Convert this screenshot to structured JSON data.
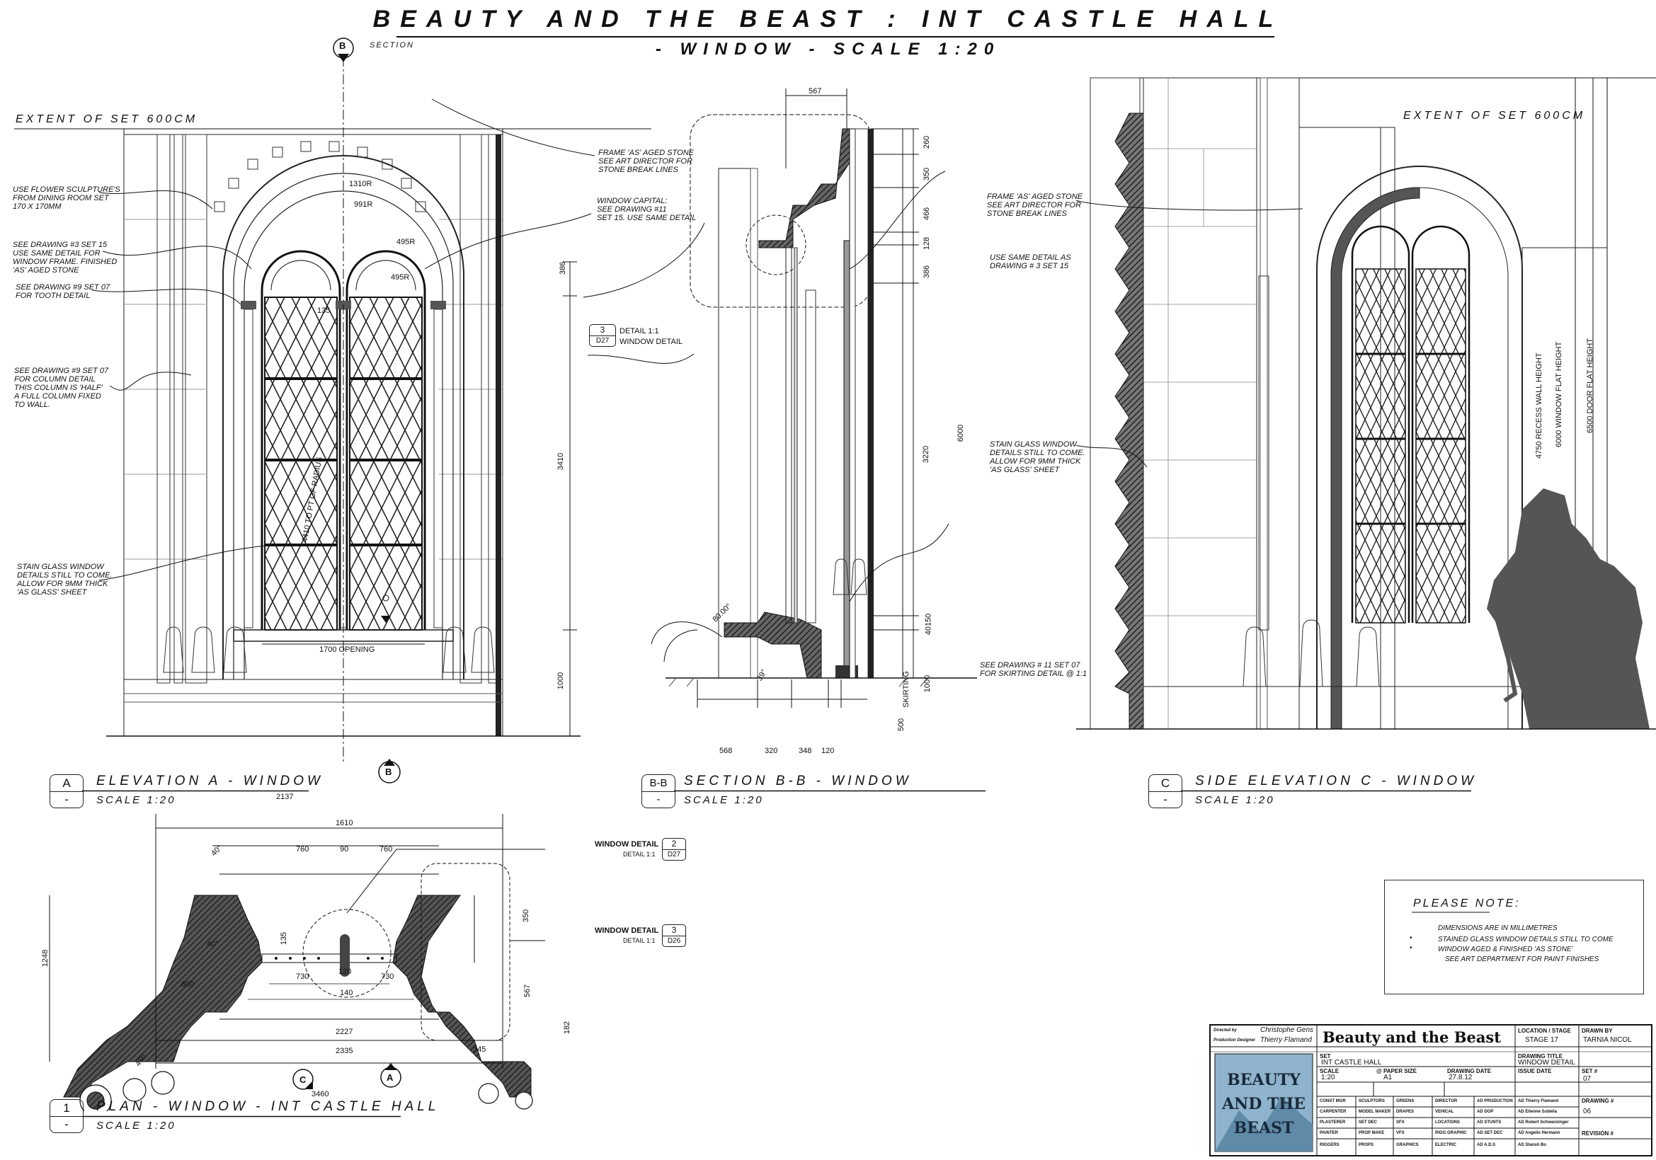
{
  "title": "BEAUTY AND THE BEAST : INT CASTLE HALL",
  "subtitle": "- WINDOW - SCALE 1:20",
  "section_marker": {
    "letter": "B",
    "label": "SECTION"
  },
  "extent_left": "EXTENT OF SET 600CM",
  "extent_right": "EXTENT OF SET 600CM",
  "elevation_a": {
    "id": "A",
    "sub": "-",
    "heading": "ELEVATION A - WINDOW",
    "scale": "SCALE 1:20",
    "notes": [
      "USE FLOWER SCULPTURE'S\nFROM DINING ROOM SET\n170 X 170MM",
      "SEE DRAWING #3 SET 15\nUSE SAME DETAIL FOR\nWINDOW FRAME. FINISHED\n'AS' AGED STONE",
      "SEE DRAWING #9 SET 07\nFOR TOOTH DETAIL",
      "SEE DRAWING #9 SET 07\nFOR COLUMN DETAIL\nTHIS COLUMN IS 'HALF'\nA FULL COLUMN FIXED\nTO WALL.",
      "STAIN GLASS WINDOW\nDETAILS STILL TO COME.\nALLOW FOR 9MM THICK\n'AS GLASS' SHEET",
      "FRAME 'AS' AGED STONE\nSEE ART DIRECTOR FOR\nSTONE BREAK LINES",
      "WINDOW CAPITAL:\nSEE DRAWING #11\nSET 15. USE SAME DETAIL"
    ],
    "dims": {
      "r1": "1310R",
      "r2": "991R",
      "r3": "495R",
      "r4": "495R",
      "d135": "135",
      "h386": "386",
      "h3410": "3410",
      "h1000": "1000",
      "opening": "1700 OPENING",
      "radius": "4410 TO PT OF RADIUS"
    }
  },
  "section_bb": {
    "id": "B-B",
    "sub": "-",
    "heading": "SECTION B-B - WINDOW",
    "scale": "SCALE 1:20",
    "detail": {
      "num": "3",
      "ref": "D27",
      "line1": "DETAIL 1:1",
      "line2": "WINDOW DETAIL"
    },
    "notes": [
      "USE SAME DETAIL AS\nDRAWING # 3 SET 15",
      "SEE DRAWING # 11 SET 07\nFOR SKIRTING DETAIL @ 1:1"
    ],
    "dims_top": "567",
    "dims_right": [
      "260",
      "350",
      "466",
      "128",
      "386",
      "3220",
      "40150",
      "1000",
      "500",
      "SKIRTING"
    ],
    "dim_total": "6000",
    "dims_bottom": [
      "568",
      "320",
      "348",
      "120"
    ],
    "angles": [
      "80.00°",
      "39°"
    ]
  },
  "side_elevation_c": {
    "id": "C",
    "sub": "-",
    "heading": "SIDE ELEVATION C - WINDOW",
    "scale": "SCALE 1:20",
    "notes": [
      "FRAME 'AS' AGED STONE\nSEE ART DIRECTOR FOR\nSTONE BREAK LINES",
      "STAIN GLASS WINDOW\nDETAILS STILL TO COME.\nALLOW FOR 9MM THICK\n'AS GLASS' SHEET"
    ],
    "heights": [
      "4750 RECESS WALL HEIGHT",
      "6000 WINDOW FLAT HEIGHT",
      "6500 DOOR FLAT HEIGHT"
    ]
  },
  "plan": {
    "id": "1",
    "sub": "-",
    "heading": "PLAN - WINDOW - INT CASTLE HALL",
    "scale": "SCALE 1:20",
    "dims": [
      "2137",
      "1610",
      "760",
      "90",
      "760",
      "350",
      "1248",
      "567",
      "182",
      "800",
      "135",
      "730",
      "120",
      "730",
      "140",
      "2227",
      "2335",
      "345",
      "466",
      "3460",
      "40°",
      "40°"
    ],
    "detail2": {
      "label": "WINDOW DETAIL",
      "sub": "DETAIL 1:1",
      "num": "2",
      "ref": "D27"
    },
    "detail3": {
      "label": "WINDOW DETAIL",
      "sub": "DETAIL 1:1",
      "num": "3",
      "ref": "D26"
    },
    "markers": [
      "C",
      "A"
    ]
  },
  "please_note": {
    "title": "PLEASE NOTE:",
    "items": [
      "DIMENSIONS ARE IN MILLIMETRES",
      "STAINED GLASS WINDOW DETAILS STILL TO COME",
      "WINDOW AGED & FINISHED 'AS STONE'",
      "SEE ART DEPARTMENT FOR PAINT FINISHES"
    ]
  },
  "title_block": {
    "directed_by_label": "Directed by",
    "directed_by": "Christophe Gens",
    "designer_label": "Production Designer",
    "designer": "Thierry Flamand",
    "production": "Beauty and the Beast",
    "logo": "BEAUTY AND THE BEAST",
    "location_label": "LOCATION / STAGE",
    "location": "STAGE 17",
    "drawn_by_label": "DRAWN BY",
    "drawn_by": "TARNIA NICOL",
    "set_label": "SET",
    "set": "INT CASTLE HALL",
    "drawing_title_label": "DRAWING TITLE",
    "drawing_title": "WINDOW DETAIL",
    "scale_label": "SCALE",
    "scale": "1:20",
    "paper_label": "@ PAPER SIZE",
    "paper": "A1",
    "date_label": "DRAWING DATE",
    "date": "27.8.12",
    "issue_label": "ISSUE DATE",
    "issue": "",
    "set_no_label": "SET #",
    "set_no": "07",
    "drawing_no_label": "DRAWING #",
    "drawing_no": "06",
    "revision_label": "REVISION #",
    "revision": "",
    "approvals": [
      [
        "CONST MGR",
        "SCULPTORS",
        "GREENS",
        "DIRECTOR",
        "AD PRODUCTION",
        "AD Thierry Flamand"
      ],
      [
        "CARPENTER",
        "MODEL MAKER",
        "DRAPES",
        "VEHICAL",
        "AD DOP",
        "AD Etienne Subiéla"
      ],
      [
        "PLASTERER",
        "SET DEC",
        "SFX",
        "LOCATIONS",
        "AD STUNTS",
        "AD Robert Schwanzinger"
      ],
      [
        "PAINTER",
        "PROP MAKE",
        "VFX",
        "RIGG GRAPHIC",
        "AD SET DEC",
        "AD Angelie Hermann"
      ],
      [
        "RIGGERS",
        "PROPS",
        "GRAPHICS",
        "ELECTRIC",
        "AD A.D.s",
        "AD Stansh Bo"
      ]
    ]
  }
}
